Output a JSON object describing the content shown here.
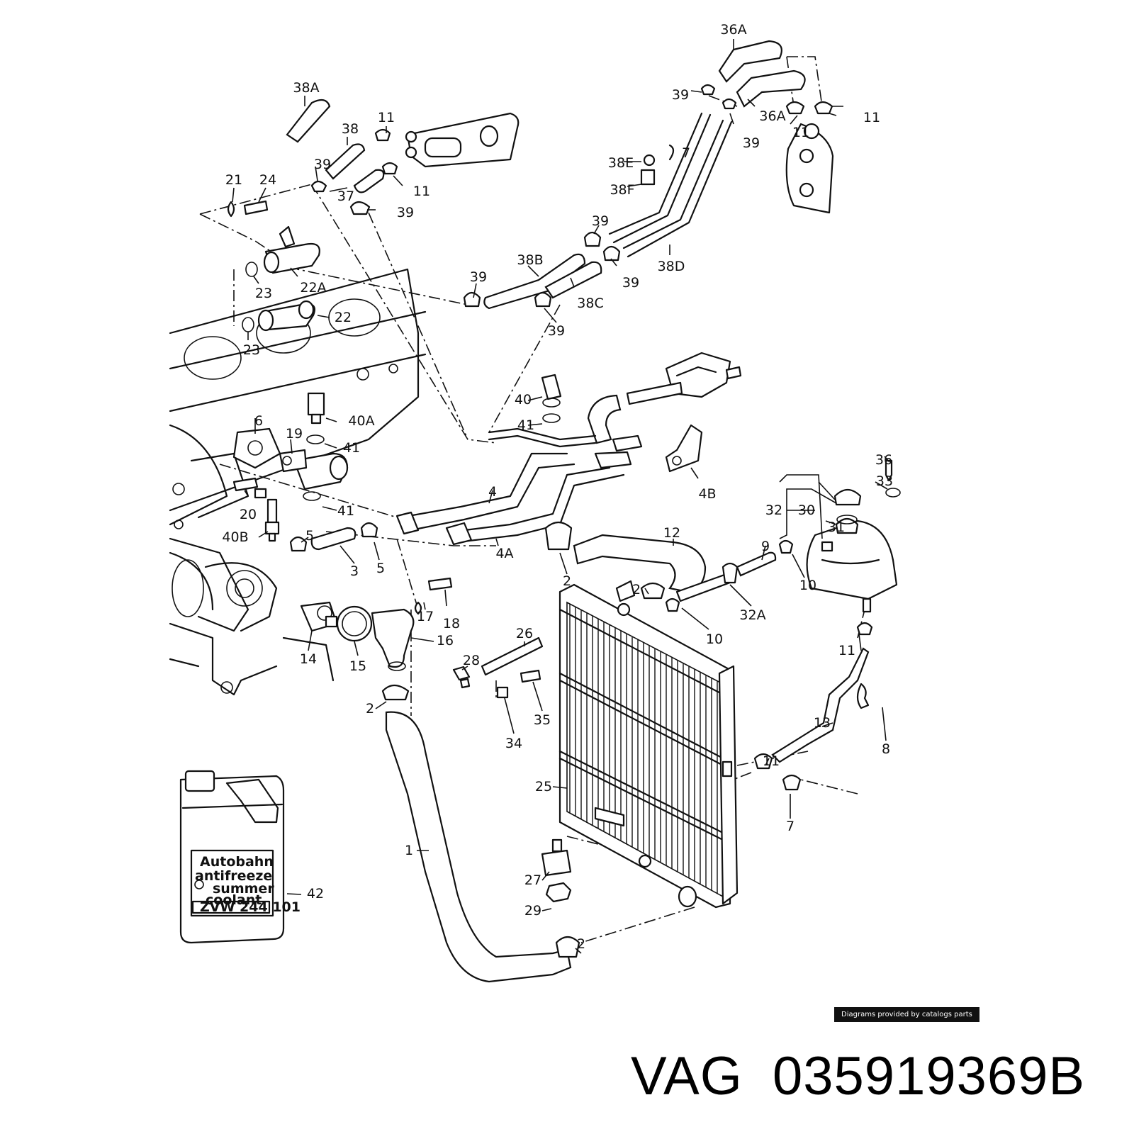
{
  "labels": [
    {
      "id": "36A-top",
      "text": "36A"
    },
    {
      "id": "38A",
      "text": "38A"
    },
    {
      "id": "39-a",
      "text": "39"
    },
    {
      "id": "36A-mid",
      "text": "36A"
    },
    {
      "id": "11-a",
      "text": "11"
    },
    {
      "id": "11-b",
      "text": "11"
    },
    {
      "id": "39-b",
      "text": "39"
    },
    {
      "id": "11-c",
      "text": "11"
    },
    {
      "id": "38",
      "text": "38"
    },
    {
      "id": "38E",
      "text": "38E"
    },
    {
      "id": "7-top",
      "text": "7"
    },
    {
      "id": "39-c",
      "text": "39"
    },
    {
      "id": "37",
      "text": "37"
    },
    {
      "id": "11-d",
      "text": "11"
    },
    {
      "id": "38F",
      "text": "38F"
    },
    {
      "id": "21",
      "text": "21"
    },
    {
      "id": "24",
      "text": "24"
    },
    {
      "id": "39-d",
      "text": "39"
    },
    {
      "id": "39-e",
      "text": "39"
    },
    {
      "id": "38B",
      "text": "38B"
    },
    {
      "id": "38D",
      "text": "38D"
    },
    {
      "id": "23-a",
      "text": "23"
    },
    {
      "id": "22A",
      "text": "22A"
    },
    {
      "id": "39-f",
      "text": "39"
    },
    {
      "id": "39-g",
      "text": "39"
    },
    {
      "id": "38C",
      "text": "38C"
    },
    {
      "id": "22",
      "text": "22"
    },
    {
      "id": "39-h",
      "text": "39"
    },
    {
      "id": "23-b",
      "text": "23"
    },
    {
      "id": "40",
      "text": "40"
    },
    {
      "id": "40A",
      "text": "40A"
    },
    {
      "id": "41-a",
      "text": "41"
    },
    {
      "id": "6",
      "text": "6"
    },
    {
      "id": "19",
      "text": "19"
    },
    {
      "id": "41-b",
      "text": "41"
    },
    {
      "id": "36",
      "text": "36"
    },
    {
      "id": "33",
      "text": "33"
    },
    {
      "id": "4B",
      "text": "4B"
    },
    {
      "id": "4",
      "text": "4"
    },
    {
      "id": "32",
      "text": "32"
    },
    {
      "id": "30",
      "text": "30"
    },
    {
      "id": "20",
      "text": "20"
    },
    {
      "id": "41-c",
      "text": "41"
    },
    {
      "id": "31",
      "text": "31"
    },
    {
      "id": "40B",
      "text": "40B"
    },
    {
      "id": "5-a",
      "text": "5"
    },
    {
      "id": "12",
      "text": "12"
    },
    {
      "id": "9",
      "text": "9"
    },
    {
      "id": "4A",
      "text": "4A"
    },
    {
      "id": "3",
      "text": "3"
    },
    {
      "id": "5-b",
      "text": "5"
    },
    {
      "id": "2-a",
      "text": "2"
    },
    {
      "id": "10-a",
      "text": "10"
    },
    {
      "id": "2-b",
      "text": "2"
    },
    {
      "id": "17",
      "text": "17"
    },
    {
      "id": "32A",
      "text": "32A"
    },
    {
      "id": "18",
      "text": "18"
    },
    {
      "id": "10-b",
      "text": "10"
    },
    {
      "id": "26",
      "text": "26"
    },
    {
      "id": "16",
      "text": "16"
    },
    {
      "id": "14",
      "text": "14"
    },
    {
      "id": "11-e",
      "text": "11"
    },
    {
      "id": "15",
      "text": "15"
    },
    {
      "id": "28",
      "text": "28"
    },
    {
      "id": "2-c",
      "text": "2"
    },
    {
      "id": "35",
      "text": "35"
    },
    {
      "id": "13",
      "text": "13"
    },
    {
      "id": "34",
      "text": "34"
    },
    {
      "id": "8",
      "text": "8"
    },
    {
      "id": "11-f",
      "text": "11"
    },
    {
      "id": "25",
      "text": "25"
    },
    {
      "id": "7-bottom",
      "text": "7"
    },
    {
      "id": "1",
      "text": "1"
    },
    {
      "id": "27",
      "text": "27"
    },
    {
      "id": "42",
      "text": "42"
    },
    {
      "id": "29",
      "text": "29"
    },
    {
      "id": "2-d",
      "text": "2"
    }
  ],
  "bottle": {
    "line1": "Autobahn",
    "line2": "antifreeze",
    "line3": "summer",
    "line4": "coolant",
    "code": "ZVW 244 101"
  },
  "caption": "Diagrams provided by catalogs parts",
  "brand": "VAG",
  "part_number": "035919369B"
}
